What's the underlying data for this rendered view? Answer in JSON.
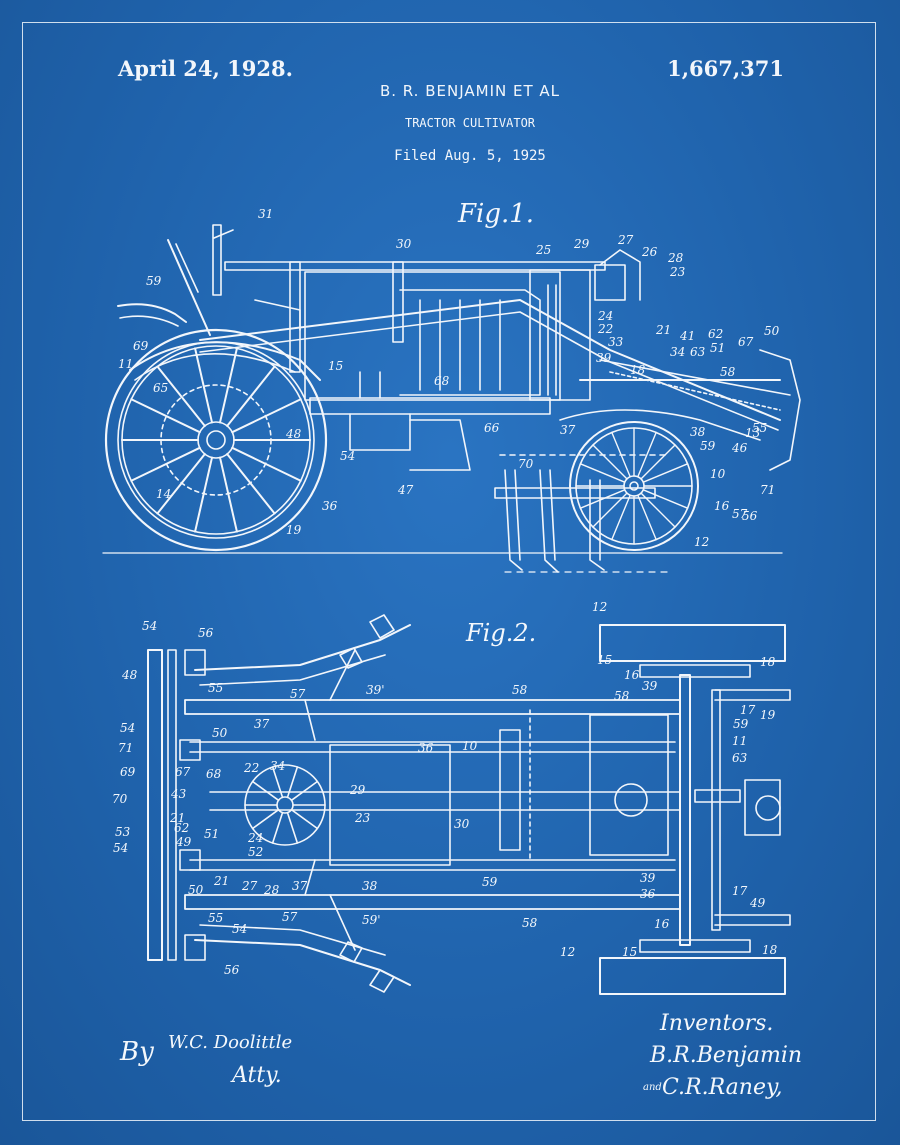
{
  "header": {
    "date": "April 24, 1928.",
    "patent_number": "1,667,371",
    "inventor_line": "B. R. BENJAMIN  ET AL",
    "title": "TRACTOR CULTIVATOR",
    "filed": "Filed Aug. 5, 1925"
  },
  "figures": {
    "fig1_label": "Fig.1.",
    "fig2_label": "Fig.2."
  },
  "signatures": {
    "attorney_prefix": "By",
    "attorney_name": "W.C. Doolittle",
    "attorney_title": "Atty.",
    "inventors_label": "Inventors.",
    "inventor_1": "B.R.Benjamin",
    "inventor_conj": "and",
    "inventor_2": "C.R.Raney,"
  },
  "reference_numerals": {
    "fig1": [
      "31",
      "30",
      "25",
      "29",
      "27",
      "26",
      "28",
      "23",
      "59",
      "24",
      "22",
      "33",
      "21",
      "41",
      "62",
      "51",
      "67",
      "50",
      "69",
      "11",
      "15",
      "39",
      "34",
      "63",
      "65",
      "68",
      "18",
      "58",
      "66",
      "48",
      "37",
      "38",
      "59",
      "46",
      "55",
      "54",
      "70",
      "10",
      "14",
      "47",
      "71",
      "19",
      "36",
      "56",
      "12",
      "16",
      "57",
      "13"
    ],
    "fig2": [
      "54",
      "56",
      "12",
      "15",
      "18",
      "16",
      "48",
      "55",
      "57",
      "39'",
      "58",
      "58",
      "39",
      "17",
      "19",
      "54",
      "50",
      "37",
      "36",
      "10",
      "59",
      "11",
      "71",
      "69",
      "67",
      "22",
      "34",
      "63",
      "68",
      "43",
      "29",
      "70",
      "53",
      "62",
      "21",
      "30",
      "54",
      "49",
      "51",
      "24",
      "23",
      "52",
      "50",
      "21",
      "27",
      "28",
      "37",
      "38",
      "39",
      "36",
      "59",
      "17",
      "49",
      "55",
      "57",
      "59'",
      "58",
      "54",
      "16",
      "56",
      "12",
      "15",
      "18"
    ]
  },
  "colors": {
    "background": "#1f63ad",
    "ink": "#f2f6fb"
  }
}
